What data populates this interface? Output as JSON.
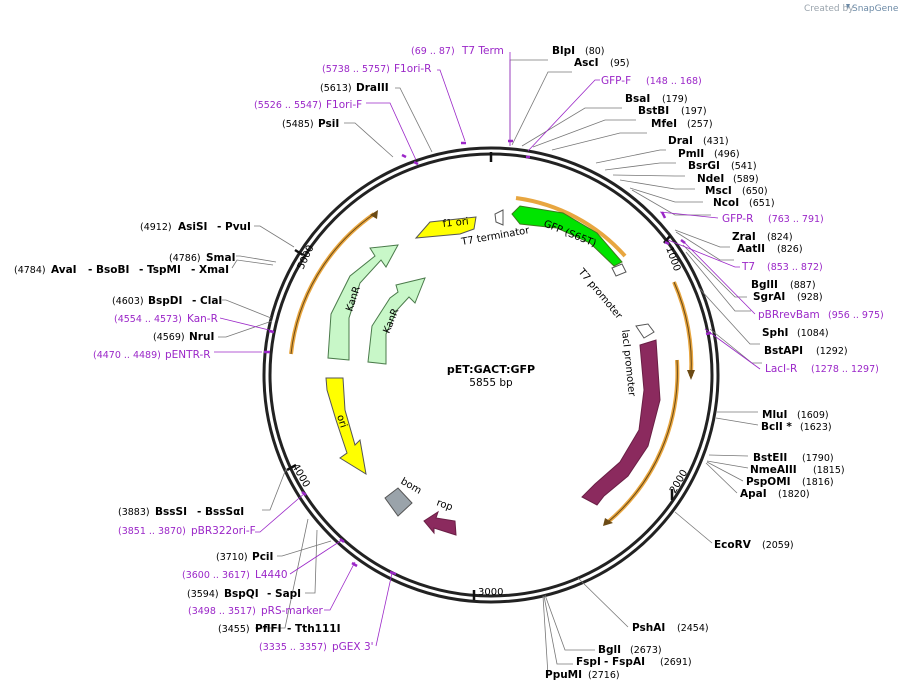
{
  "credit": {
    "created_by": "Created by",
    "brand": "SnapGene",
    "logo_icon": "snapgene-logo-icon"
  },
  "plasmid": {
    "name": "pET:GACT:GFP",
    "size": "5855 bp"
  },
  "ticks": {
    "t1000": "1000",
    "t2000": "2000",
    "t3000": "3000",
    "t4000": "4000",
    "t5000": "5000"
  },
  "features": {
    "f1_ori": "f1 ori",
    "t7_terminator": "T7 terminator",
    "gfp": "GFP (S65T)",
    "t7_promoter": "T7 promoter",
    "laci_promoter": "lacI promoter",
    "laci": "lacI",
    "kanr_outer": "KanR",
    "kanr_inner": "KanR",
    "ori": "ori",
    "bom": "bom",
    "rop": "rop"
  },
  "enzymes": {
    "blpi": {
      "name": "BlpI",
      "pos": "(80)"
    },
    "asci": {
      "name": "AscI",
      "pos": "(95)"
    },
    "bsai": {
      "name": "BsaI",
      "pos": "(179)"
    },
    "bstbi": {
      "name": "BstBI",
      "pos": "(197)"
    },
    "mfei": {
      "name": "MfeI",
      "pos": "(257)"
    },
    "drai": {
      "name": "DraI",
      "pos": "(431)"
    },
    "pmlI": {
      "name": "PmlI",
      "pos": "(496)"
    },
    "bsrgi": {
      "name": "BsrGI",
      "pos": "(541)"
    },
    "ndei": {
      "name": "NdeI",
      "pos": "(589)"
    },
    "msci": {
      "name": "MscI",
      "pos": "(650)"
    },
    "ncoi": {
      "name": "NcoI",
      "pos": "(651)"
    },
    "zrai": {
      "name": "ZraI",
      "pos": "(824)"
    },
    "aatii": {
      "name": "AatII",
      "pos": "(826)"
    },
    "bglii": {
      "name": "BglII",
      "pos": "(887)"
    },
    "sgrai": {
      "name": "SgrAI",
      "pos": "(928)"
    },
    "sphi": {
      "name": "SphI",
      "pos": "(1084)"
    },
    "bstapi": {
      "name": "BstAPI",
      "pos": "(1292)"
    },
    "mlui": {
      "name": "MluI",
      "pos": "(1609)"
    },
    "bcli": {
      "name": "BclI *",
      "pos": "(1623)"
    },
    "bsteii": {
      "name": "BstEII",
      "pos": "(1790)"
    },
    "nmeaiii": {
      "name": "NmeAIII",
      "pos": "(1815)"
    },
    "pspomi": {
      "name": "PspOMI",
      "pos": "(1816)"
    },
    "apai": {
      "name": "ApaI",
      "pos": "(1820)"
    },
    "ecorv": {
      "name": "EcoRV",
      "pos": "(2059)"
    },
    "pshai": {
      "name": "PshAI",
      "pos": "(2454)"
    },
    "bgli": {
      "name": "BglI",
      "pos": "(2673)"
    },
    "fspi": {
      "name": "FspI",
      "sep": "- FspAI",
      "pos": "(2691)"
    },
    "ppumi": {
      "name": "PpuMI",
      "pos": "(2716)"
    },
    "pfifi": {
      "pos": "(3455)",
      "name": "PflFI",
      "sep": "- Tth111I"
    },
    "bspqi": {
      "pos": "(3594)",
      "name": "BspQI",
      "sep": "- SapI"
    },
    "pcii": {
      "pos": "(3710)",
      "name": "PciI"
    },
    "bsssi": {
      "pos": "(3883)",
      "name": "BssSI",
      "sep": "- BssSαI"
    },
    "nrui": {
      "pos": "(4569)",
      "name": "NruI"
    },
    "bspdi": {
      "pos": "(4603)",
      "name": "BspDI",
      "sep": "- ClaI"
    },
    "avai": {
      "pos": "(4784)",
      "name": "AvaI",
      "sep1": "- BsoBI",
      "sep2": "- TspMI",
      "sep3": "- XmaI"
    },
    "smai": {
      "pos": "(4786)",
      "name": "SmaI"
    },
    "asisi": {
      "pos": "(4912)",
      "name": "AsiSI",
      "sep": "- PvuI"
    },
    "psii": {
      "pos": "(5485)",
      "name": "PsiI"
    },
    "draiii": {
      "pos": "(5613)",
      "name": "DraIII"
    }
  },
  "primers": {
    "t7term": {
      "pos": "(69 .. 87)",
      "name": "T7 Term"
    },
    "gfpf": {
      "name": "GFP-F",
      "pos": "(148 .. 168)"
    },
    "gfpr": {
      "name": "GFP-R",
      "pos": "(763 .. 791)"
    },
    "t7": {
      "name": "T7",
      "pos": "(853 .. 872)"
    },
    "pbrrevbam": {
      "name": "pBRrevBam",
      "pos": "(956 .. 975)"
    },
    "lacir": {
      "name": "LacI-R",
      "pos": "(1278 .. 1297)"
    },
    "f1orir": {
      "pos": "(5738 .. 5757)",
      "name": "F1ori-R"
    },
    "f1orif": {
      "pos": "(5526 .. 5547)",
      "name": "F1ori-F"
    },
    "kanr": {
      "pos": "(4554 .. 4573)",
      "name": "Kan-R"
    },
    "pentrr": {
      "pos": "(4470 .. 4489)",
      "name": "pENTR-R"
    },
    "pbr322": {
      "pos": "(3851 .. 3870)",
      "name": "pBR322ori-F"
    },
    "l4440": {
      "pos": "(3600 .. 3617)",
      "name": "L4440"
    },
    "prs": {
      "pos": "(3498 .. 3517)",
      "name": "pRS-marker"
    },
    "pgex": {
      "pos": "(3335 .. 3357)",
      "name": "pGEX 3'"
    }
  },
  "colors": {
    "backbone": "#222222",
    "primer": "#9b27c8",
    "f1_ori": "#ffff00",
    "gfp": "#00e400",
    "laci": "#8b2a5e",
    "kanr": "#c8f7c8",
    "ori": "#ffff00",
    "bom": "#9aa3aa",
    "rop": "#8b2a5e",
    "orf": "#e8a640"
  }
}
